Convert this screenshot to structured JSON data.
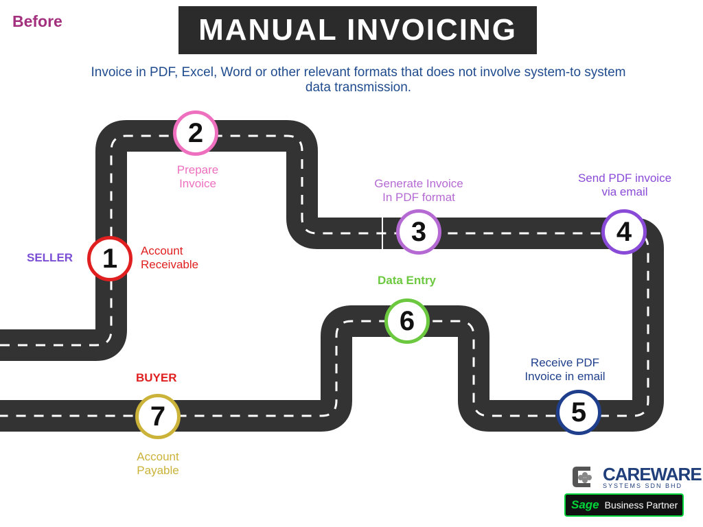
{
  "before_label": "Before",
  "title": "MANUAL INVOICING",
  "subtitle": "Invoice in PDF, Excel, Word or other relevant formats that does not involve system-to system data transmission.",
  "steps": [
    {
      "number": "1",
      "label_line1": "Account",
      "label_line2": "Receivable",
      "color": "#e02020"
    },
    {
      "number": "2",
      "label_line1": "Prepare",
      "label_line2": "Invoice",
      "color": "#ee6fbe"
    },
    {
      "number": "3",
      "label_line1": "Generate Invoice",
      "label_line2": "In PDF format",
      "color": "#b56ad3"
    },
    {
      "number": "4",
      "label_line1": "Send PDF invoice",
      "label_line2": "via email",
      "color": "#8a4ad8"
    },
    {
      "number": "5",
      "label_line1": "Receive PDF",
      "label_line2": "Invoice in email",
      "color": "#1f3f8c"
    },
    {
      "number": "6",
      "label_line1": "Data Entry",
      "label_line2": "",
      "color": "#6cc93f"
    },
    {
      "number": "7",
      "label_line1": "Account",
      "label_line2": "Payable",
      "color": "#cbb239"
    }
  ],
  "roles": {
    "seller": {
      "text": "SELLER",
      "color": "#7b4ed6"
    },
    "buyer": {
      "text": "BUYER",
      "color": "#e02020"
    }
  },
  "road_color": "#333333",
  "branding": {
    "company": "CAREWARE",
    "company_sub": "SYSTEMS SDN BHD",
    "sage_word": "Sage",
    "partner_text": "Business Partner"
  }
}
